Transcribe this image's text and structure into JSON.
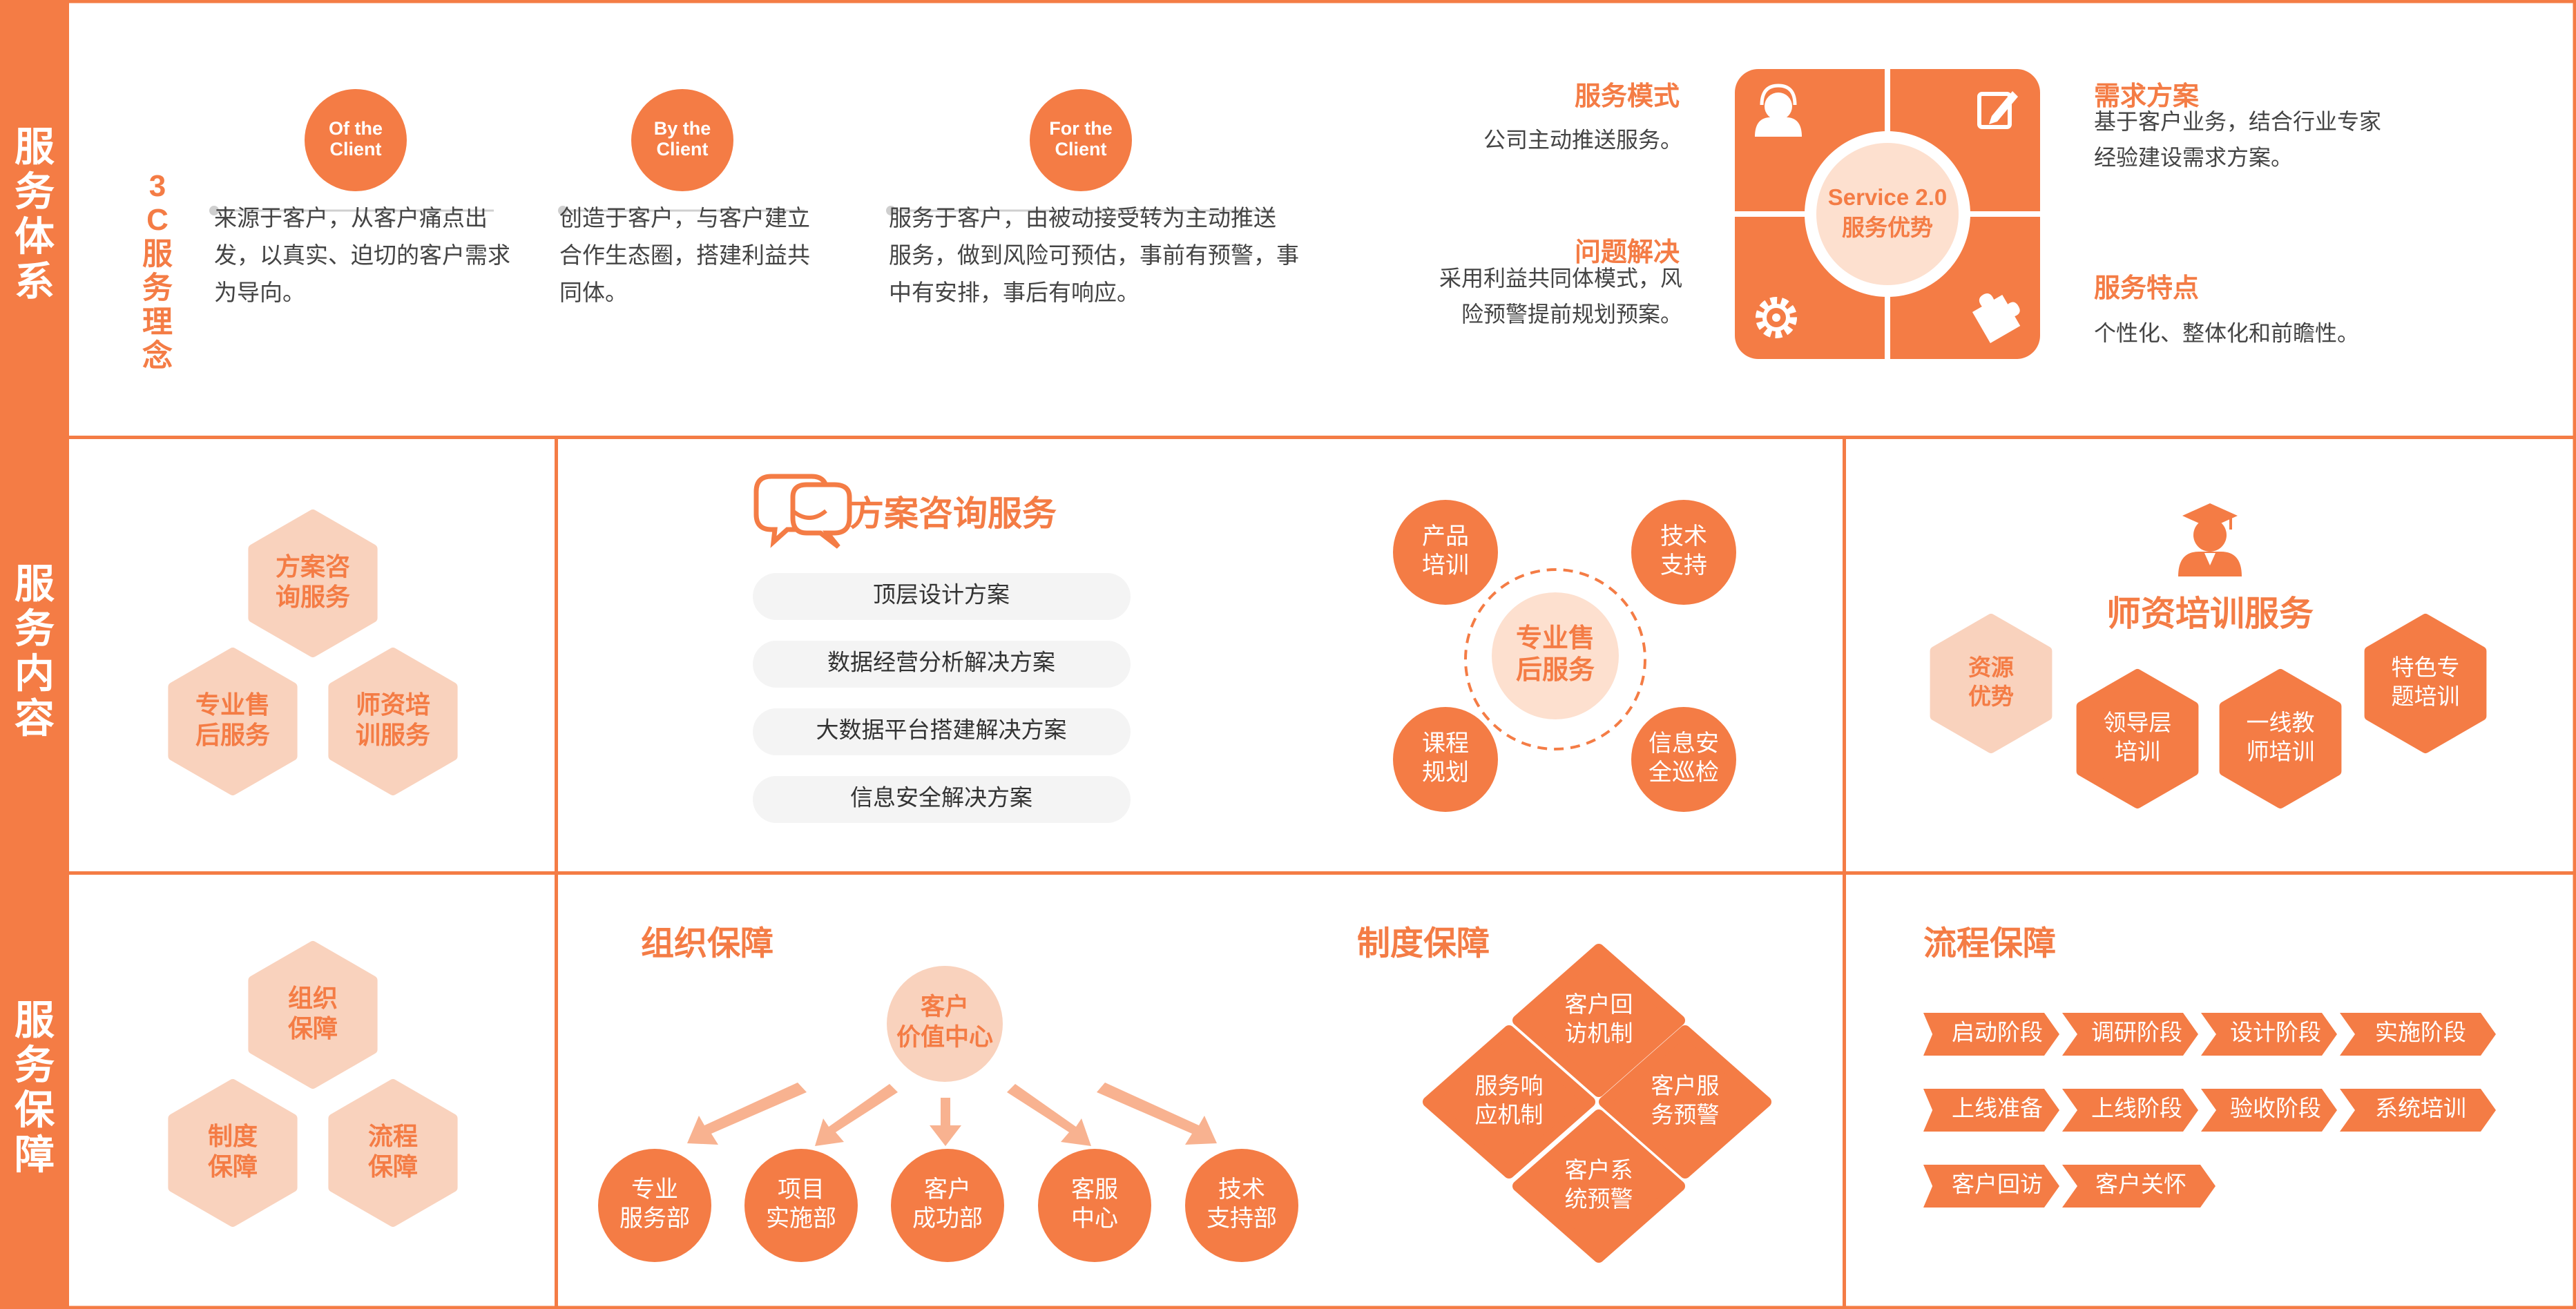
{
  "colors": {
    "primary": "#f47c45",
    "light": "#f9d2bd",
    "pale": "#fde8dc",
    "text": "#444444",
    "pill": "#f4f4f4"
  },
  "sections": {
    "system": {
      "label": "服务体系",
      "concept_label": "3C\n服务\n理念",
      "c3": [
        {
          "badge": "Of the\nClient",
          "text": "来源于客户，从客户痛点出\n发，以真实、迫切的客户需求\n为导向。"
        },
        {
          "badge": "By the\nClient",
          "text": "创造于客户，与客户建立\n合作生态圈，搭建利益共\n同体。"
        },
        {
          "badge": "For the\nClient",
          "text": "服务于客户，由被动接受转为主动推送\n服务，做到风险可预估，事前有预警，事\n中有安排，事后有响应。"
        }
      ],
      "service20": {
        "center": "Service 2.0\n服务优势",
        "icons": [
          "user-icon",
          "edit-icon",
          "gear-icon",
          "puzzle-icon"
        ],
        "left": [
          {
            "title": "服务模式",
            "text": "公司主动推送服务。"
          },
          {
            "title": "问题解决",
            "text": "采用利益共同体模式，风\n险预警提前规划预案。"
          }
        ],
        "right": [
          {
            "title": "需求方案",
            "text": "基于客户业务，结合行业专家\n经验建设需求方案。"
          },
          {
            "title": "服务特点",
            "text": "个性化、整体化和前瞻性。"
          }
        ]
      }
    },
    "content": {
      "label": "服务内容",
      "hexes": [
        "方案咨\n询服务",
        "专业售\n后服务",
        "师资培\n训服务"
      ],
      "consult": {
        "title": "方案咨询服务",
        "icon": "chat-bubbles-icon",
        "items": [
          "顶层设计方案",
          "数据经营分析解决方案",
          "大数据平台搭建解决方案",
          "信息安全解决方案"
        ]
      },
      "aftersale": {
        "center": "专业售\n后服务",
        "nodes": [
          "产品\n培训",
          "技术\n支持",
          "课程\n规划",
          "信息安\n全巡检"
        ]
      },
      "training": {
        "title": "师资培训服务",
        "icon": "graduate-icon",
        "hexes": [
          "资源\n优势",
          "领导层\n培训",
          "一线教\n师培训",
          "特色专\n题培训"
        ]
      }
    },
    "guarantee": {
      "label": "服务保障",
      "hexes": [
        "组织\n保障",
        "制度\n保障",
        "流程\n保障"
      ],
      "org": {
        "title": "组织保障",
        "center": "客户\n价值中心",
        "depts": [
          "专业\n服务部",
          "项目\n实施部",
          "客户\n成功部",
          "客服\n中心",
          "技术\n支持部"
        ]
      },
      "system": {
        "title": "制度保障",
        "diamonds": [
          "客户回\n访机制",
          "服务响\n应机制",
          "客户服\n务预警",
          "客户系\n统预警"
        ]
      },
      "process": {
        "title": "流程保障",
        "rows": [
          [
            "启动阶段",
            "调研阶段",
            "设计阶段",
            "实施阶段"
          ],
          [
            "上线准备",
            "上线阶段",
            "验收阶段",
            "系统培训"
          ],
          [
            "客户回访",
            "客户关怀"
          ]
        ]
      }
    }
  }
}
